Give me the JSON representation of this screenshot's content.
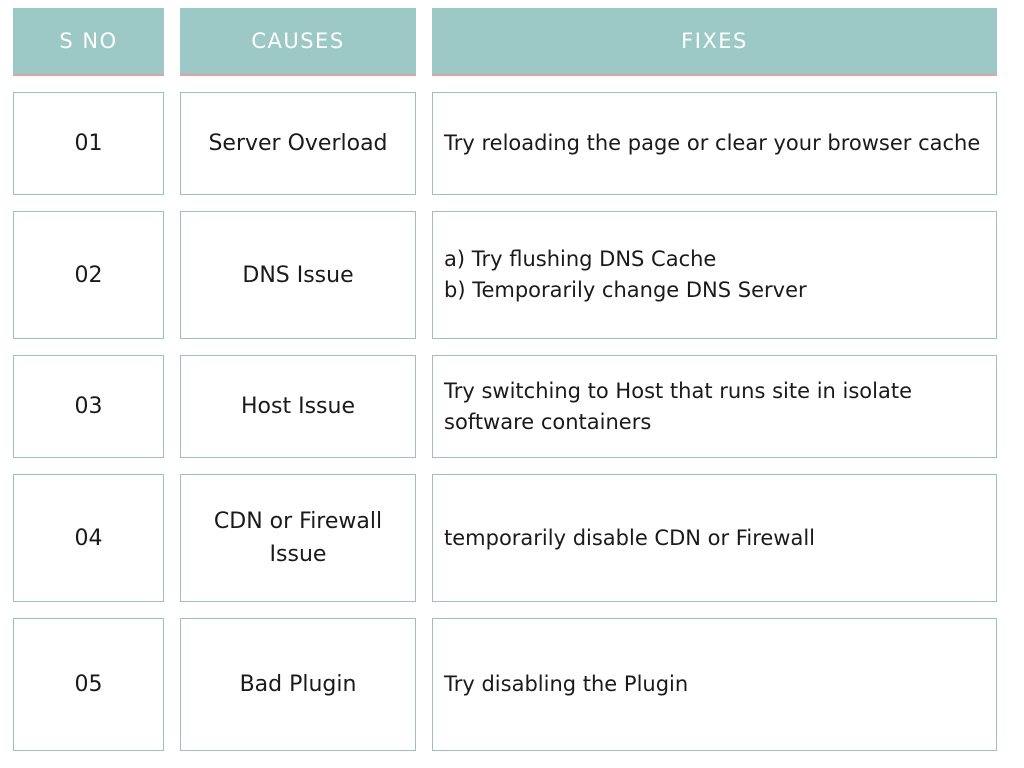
{
  "table": {
    "headers": {
      "sno": "S NO",
      "causes": "CAUSES",
      "fixes": "FIXES"
    },
    "rows": [
      {
        "sno": "01",
        "cause": "Server Overload",
        "fix_lines": [
          "Try reloading the page or clear your browser cache"
        ]
      },
      {
        "sno": "02",
        "cause": "DNS Issue",
        "fix_lines": [
          "a) Try flushing DNS Cache",
          "b) Temporarily change DNS Server"
        ]
      },
      {
        "sno": "03",
        "cause": "Host Issue",
        "fix_lines": [
          "Try switching to Host that runs site in isolate software containers"
        ]
      },
      {
        "sno": "04",
        "cause": "CDN or Firewall Issue",
        "fix_lines": [
          "temporarily disable CDN or Firewall"
        ]
      },
      {
        "sno": "05",
        "cause": "Bad Plugin",
        "fix_lines": [
          "Try disabling the Plugin"
        ]
      }
    ]
  },
  "colors": {
    "header_bg": "#9cc8c6",
    "header_text": "#ffffff",
    "header_underline": "#e0a3a3",
    "cell_border": "#9fbfbc",
    "text": "#1a1a1a"
  }
}
